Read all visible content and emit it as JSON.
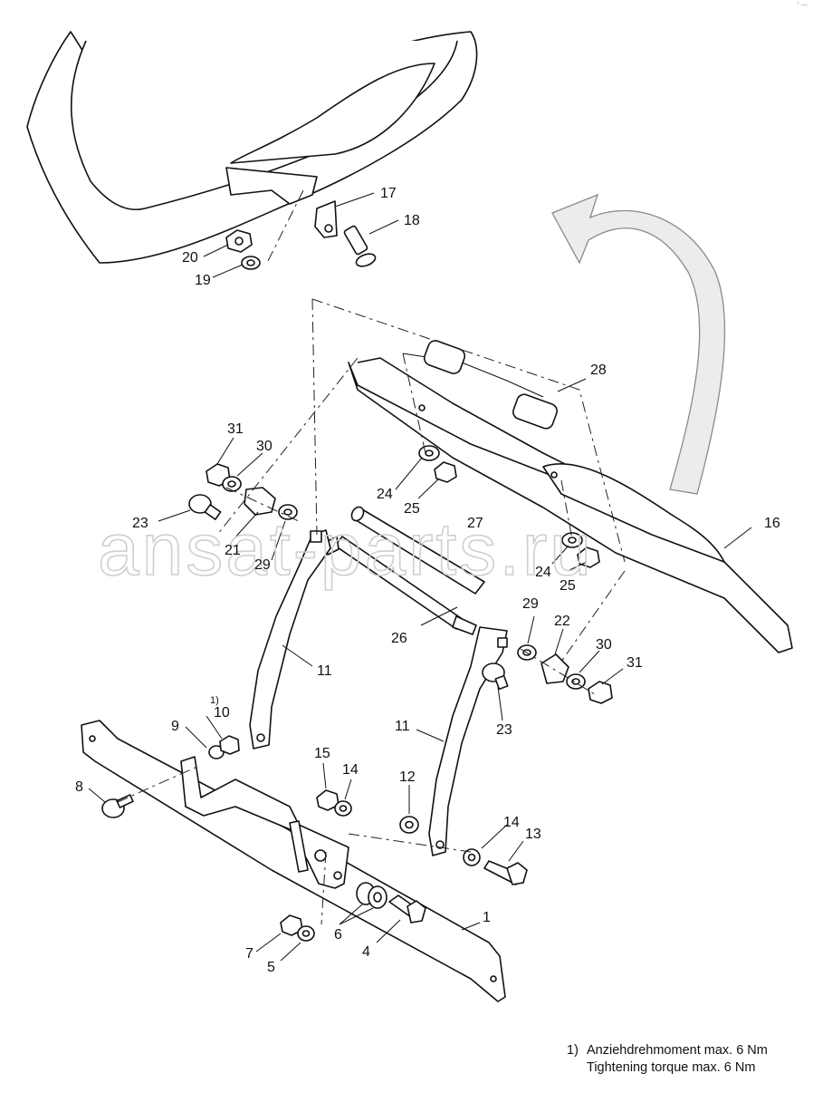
{
  "watermark": "ansat-parts.ru",
  "corner_mark": "° —",
  "footnote": {
    "marker": "1)",
    "line1": "Anziehdrehmoment max. 6 Nm",
    "line2": "Tightening torque max. 6 Nm"
  },
  "callouts": {
    "p1": "1",
    "p4": "4",
    "p5": "5",
    "p6": "6",
    "p7": "7",
    "p8": "8",
    "p9": "9",
    "p10": "10",
    "p10_sup": "1)",
    "p11a": "11",
    "p11b": "11",
    "p12": "12",
    "p13": "13",
    "p14a": "14",
    "p14b": "14",
    "p15": "15",
    "p16": "16",
    "p17": "17",
    "p18": "18",
    "p19": "19",
    "p20": "20",
    "p21": "21",
    "p22": "22",
    "p23a": "23",
    "p23b": "23",
    "p24a": "24",
    "p24b": "24",
    "p25a": "25",
    "p25b": "25",
    "p26": "26",
    "p27": "27",
    "p28": "28",
    "p29a": "29",
    "p29b": "29",
    "p30a": "30",
    "p30b": "30",
    "p31a": "31",
    "p31b": "31"
  },
  "colors": {
    "line": "#111111",
    "arrow_fill": "#ececec",
    "watermark": "#cfcfcf"
  }
}
